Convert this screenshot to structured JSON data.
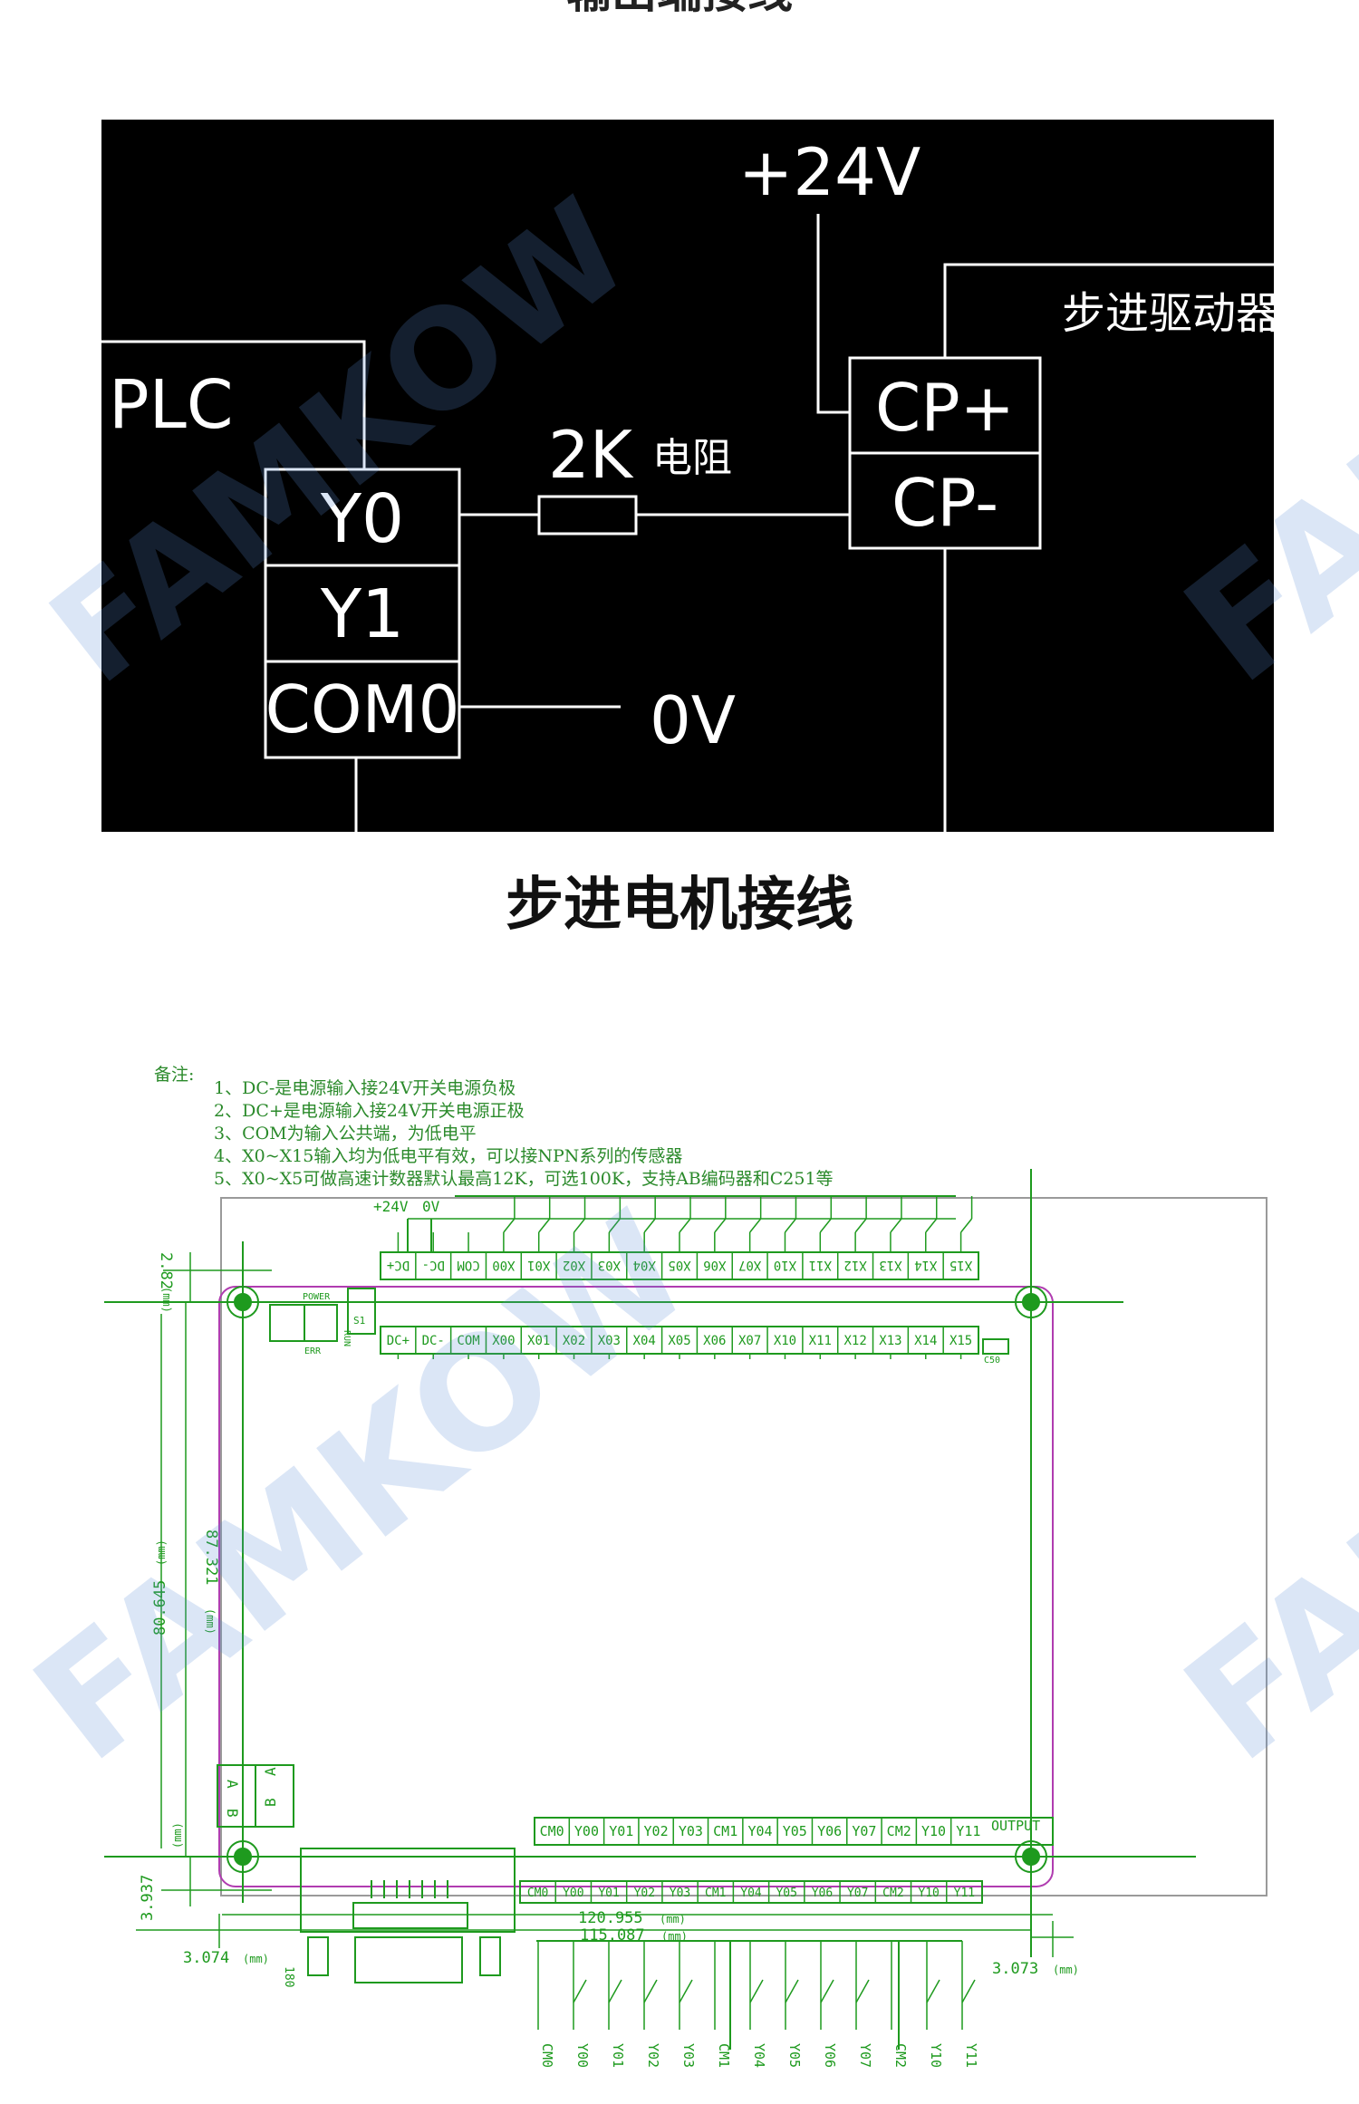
{
  "top_heading": "输出端接线",
  "wiring": {
    "plus24": "+24V",
    "driver_label": "步进驱动器",
    "plc_label": "PLC",
    "y0": "Y0",
    "y1": "Y1",
    "com0": "COM0",
    "resistor_value": "2K",
    "resistor_word": "电阻",
    "cp_plus": "CP+",
    "cp_minus": "CP-",
    "zero_v": "0V"
  },
  "caption": "步进电机接线",
  "watermark": "FAMKOW",
  "notes": {
    "title": "备注:",
    "lines": [
      "1、DC-是电源输入接24V开关电源负极",
      "2、DC+是电源输入接24V开关电源正极",
      "3、COM为输入公共端，为低电平",
      "4、X0~X15输入均为低电平有效，可以接NPN系列的传感器",
      "5、X0~X5可做高速计数器默认最高12K，可选100K，支持AB编码器和C251等"
    ]
  },
  "board": {
    "supply_plus": "+24V",
    "supply_zero": "0V",
    "input_terminals": [
      "DC+",
      "DC-",
      "COM",
      "X00",
      "X01",
      "X02",
      "X03",
      "X04",
      "X05",
      "X06",
      "X07",
      "X10",
      "X11",
      "X12",
      "X13",
      "X14",
      "X15"
    ],
    "power_led": "POWER",
    "run_led": "RUN",
    "err_led": "ERR",
    "s1": "S1",
    "c50": "C50",
    "output_terminals": [
      "CM0",
      "Y00",
      "Y01",
      "Y02",
      "Y03",
      "CM1",
      "Y04",
      "Y05",
      "Y06",
      "Y07",
      "CM2",
      "Y10",
      "Y11"
    ],
    "output_label": "OUTPUT",
    "rs485_a": "A",
    "rs485_b": "B",
    "port_label": "180",
    "dimensions": {
      "d_top": "2.82",
      "d_height_outer": "87.321",
      "d_height_inner": "80.645",
      "d_bottom": "3.937",
      "d_left": "3.074",
      "d_right": "3.073",
      "d_width_outer": "120.955",
      "d_width_inner": "115.087",
      "unit": "(mm)"
    }
  }
}
